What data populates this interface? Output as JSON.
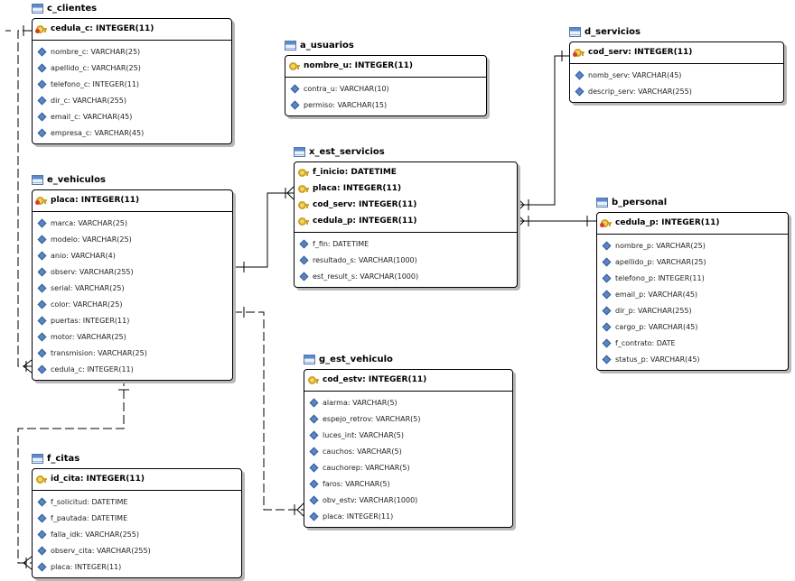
{
  "colors": {
    "line": "#000000",
    "key": "#f6d55c",
    "fk_mark": "#d93a2b",
    "attr": "#5a86c4"
  },
  "tables": [
    {
      "id": "c_clientes",
      "name": "c_clientes",
      "pk": [
        {
          "text": "cedula_c: INTEGER(11)",
          "icon": "pk-fk-key-icon"
        }
      ],
      "cols": [
        "nombre_c: VARCHAR(25)",
        "apellido_c: VARCHAR(25)",
        "telefono_c: INTEGER(11)",
        "dir_c: VARCHAR(255)",
        "email_c: VARCHAR(45)",
        "empresa_c: VARCHAR(45)"
      ]
    },
    {
      "id": "a_usuarios",
      "name": "a_usuarios",
      "pk": [
        {
          "text": "nombre_u: INTEGER(11)",
          "icon": "key-icon"
        }
      ],
      "cols": [
        "contra_u: VARCHAR(10)",
        "permiso: VARCHAR(15)"
      ]
    },
    {
      "id": "d_servicios",
      "name": "d_servicios",
      "pk": [
        {
          "text": "cod_serv: INTEGER(11)",
          "icon": "pk-fk-key-icon"
        }
      ],
      "cols": [
        "nomb_serv: VARCHAR(45)",
        "descrip_serv: VARCHAR(255)"
      ]
    },
    {
      "id": "x_est_servicios",
      "name": "x_est_servicios",
      "pk": [
        {
          "text": "f_inicio: DATETIME",
          "icon": "key-icon"
        },
        {
          "text": "placa: INTEGER(11)",
          "icon": "key-icon"
        },
        {
          "text": "cod_serv: INTEGER(11)",
          "icon": "key-icon"
        },
        {
          "text": "cedula_p: INTEGER(11)",
          "icon": "key-icon"
        }
      ],
      "cols": [
        "f_fin: DATETIME",
        "resultado_s: VARCHAR(1000)",
        "est_result_s: VARCHAR(1000)"
      ]
    },
    {
      "id": "e_vehiculos",
      "name": "e_vehiculos",
      "pk": [
        {
          "text": "placa: INTEGER(11)",
          "icon": "pk-fk-key-icon"
        }
      ],
      "cols": [
        "marca: VARCHAR(25)",
        "modelo: VARCHAR(25)",
        "anio: VARCHAR(4)",
        "observ: VARCHAR(255)",
        "serial: VARCHAR(25)",
        "color: VARCHAR(25)",
        "puertas: INTEGER(11)",
        "motor: VARCHAR(25)",
        "transmision: VARCHAR(25)",
        "cedula_c: INTEGER(11)"
      ]
    },
    {
      "id": "b_personal",
      "name": "b_personal",
      "pk": [
        {
          "text": "cedula_p: INTEGER(11)",
          "icon": "pk-fk-key-icon"
        }
      ],
      "cols": [
        "nombre_p: VARCHAR(25)",
        "apellido_p: VARCHAR(25)",
        "telefono_p: INTEGER(11)",
        "email_p: VARCHAR(45)",
        "dir_p: VARCHAR(255)",
        "cargo_p: VARCHAR(45)",
        "f_contrato: DATE",
        "status_p: VARCHAR(45)"
      ]
    },
    {
      "id": "g_est_vehiculo",
      "name": "g_est_vehiculo",
      "pk": [
        {
          "text": "cod_estv: INTEGER(11)",
          "icon": "key-icon"
        }
      ],
      "cols": [
        "alarma: VARCHAR(5)",
        "espejo_retrov: VARCHAR(5)",
        "luces_int: VARCHAR(5)",
        "cauchos: VARCHAR(5)",
        "cauchorep: VARCHAR(5)",
        "faros: VARCHAR(5)",
        "obv_estv: VARCHAR(1000)",
        "placa: INTEGER(11)"
      ]
    },
    {
      "id": "f_citas",
      "name": "f_citas",
      "pk": [
        {
          "text": "id_cita: INTEGER(11)",
          "icon": "key-icon"
        }
      ],
      "cols": [
        "f_solicitud: DATETIME",
        "f_pautada: DATETIME",
        "falla_idk: VARCHAR(255)",
        "observ_cita: VARCHAR(255)",
        "placa: INTEGER(11)"
      ]
    }
  ]
}
